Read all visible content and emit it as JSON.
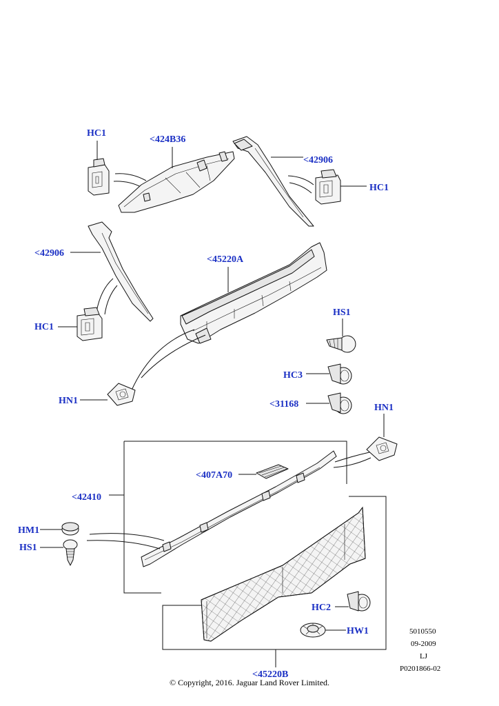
{
  "callouts": [
    {
      "text": "HC1"
    },
    {
      "text": "<424B36"
    },
    {
      "text": "<42906"
    },
    {
      "text": "HC1"
    },
    {
      "text": "<42906"
    },
    {
      "text": "<45220A"
    },
    {
      "text": "HC1"
    },
    {
      "text": "HS1"
    },
    {
      "text": "HC3"
    },
    {
      "text": "<31168"
    },
    {
      "text": "HN1"
    },
    {
      "text": "HN1"
    },
    {
      "text": "<407A70"
    },
    {
      "text": "<42410"
    },
    {
      "text": "HM1"
    },
    {
      "text": "HS1"
    },
    {
      "text": "HC2"
    },
    {
      "text": "HW1"
    },
    {
      "text": "<45220B"
    }
  ],
  "meta": {
    "number": "5010550",
    "date": "09-2009",
    "code": "LJ",
    "ref": "P0201866-02"
  },
  "copyright": "© Copyright, 2016. Jaguar Land Rover Limited.",
  "colors": {
    "callout": "#1a2fc4",
    "line": "#111111"
  }
}
